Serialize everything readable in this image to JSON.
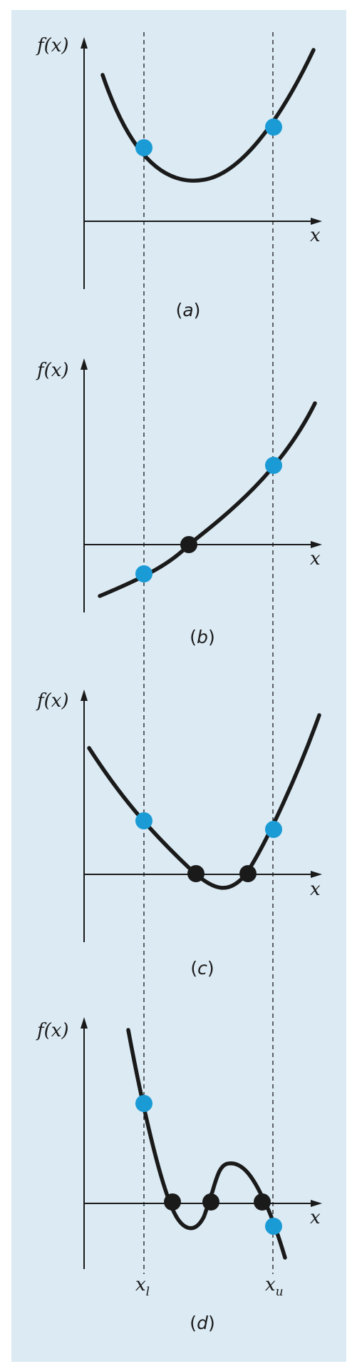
{
  "colors": {
    "background": "#dbeaf3",
    "endpoint_marker": "#1a9bd6",
    "root_marker": "#1a1a1a",
    "ink": "#1a1a1a"
  },
  "labels": {
    "y_axis": "f(x)",
    "x_axis": "x",
    "xl_base": "x",
    "xl_sub": "l",
    "xu_base": "x",
    "xu_sub": "u"
  },
  "panels": [
    {
      "id": "a",
      "caption_open": "(",
      "caption_letter": "a",
      "caption_close": ")",
      "roots": 0
    },
    {
      "id": "b",
      "caption_open": "(",
      "caption_letter": "b",
      "caption_close": ")",
      "roots": 1
    },
    {
      "id": "c",
      "caption_open": "(",
      "caption_letter": "c",
      "caption_close": ")",
      "roots": 2
    },
    {
      "id": "d",
      "caption_open": "(",
      "caption_letter": "d",
      "caption_close": ")",
      "roots": 3
    }
  ]
}
